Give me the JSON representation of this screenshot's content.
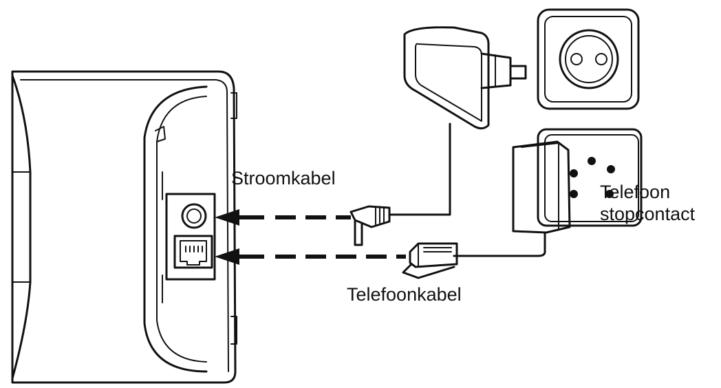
{
  "labels": {
    "power_cable": "Stroomkabel",
    "phone_cable": "Telefoonkabel",
    "phone_socket_line1": "Telefoon",
    "phone_socket_line2": "stopcontact"
  },
  "colors": {
    "line": "#111111",
    "background": "#ffffff"
  }
}
